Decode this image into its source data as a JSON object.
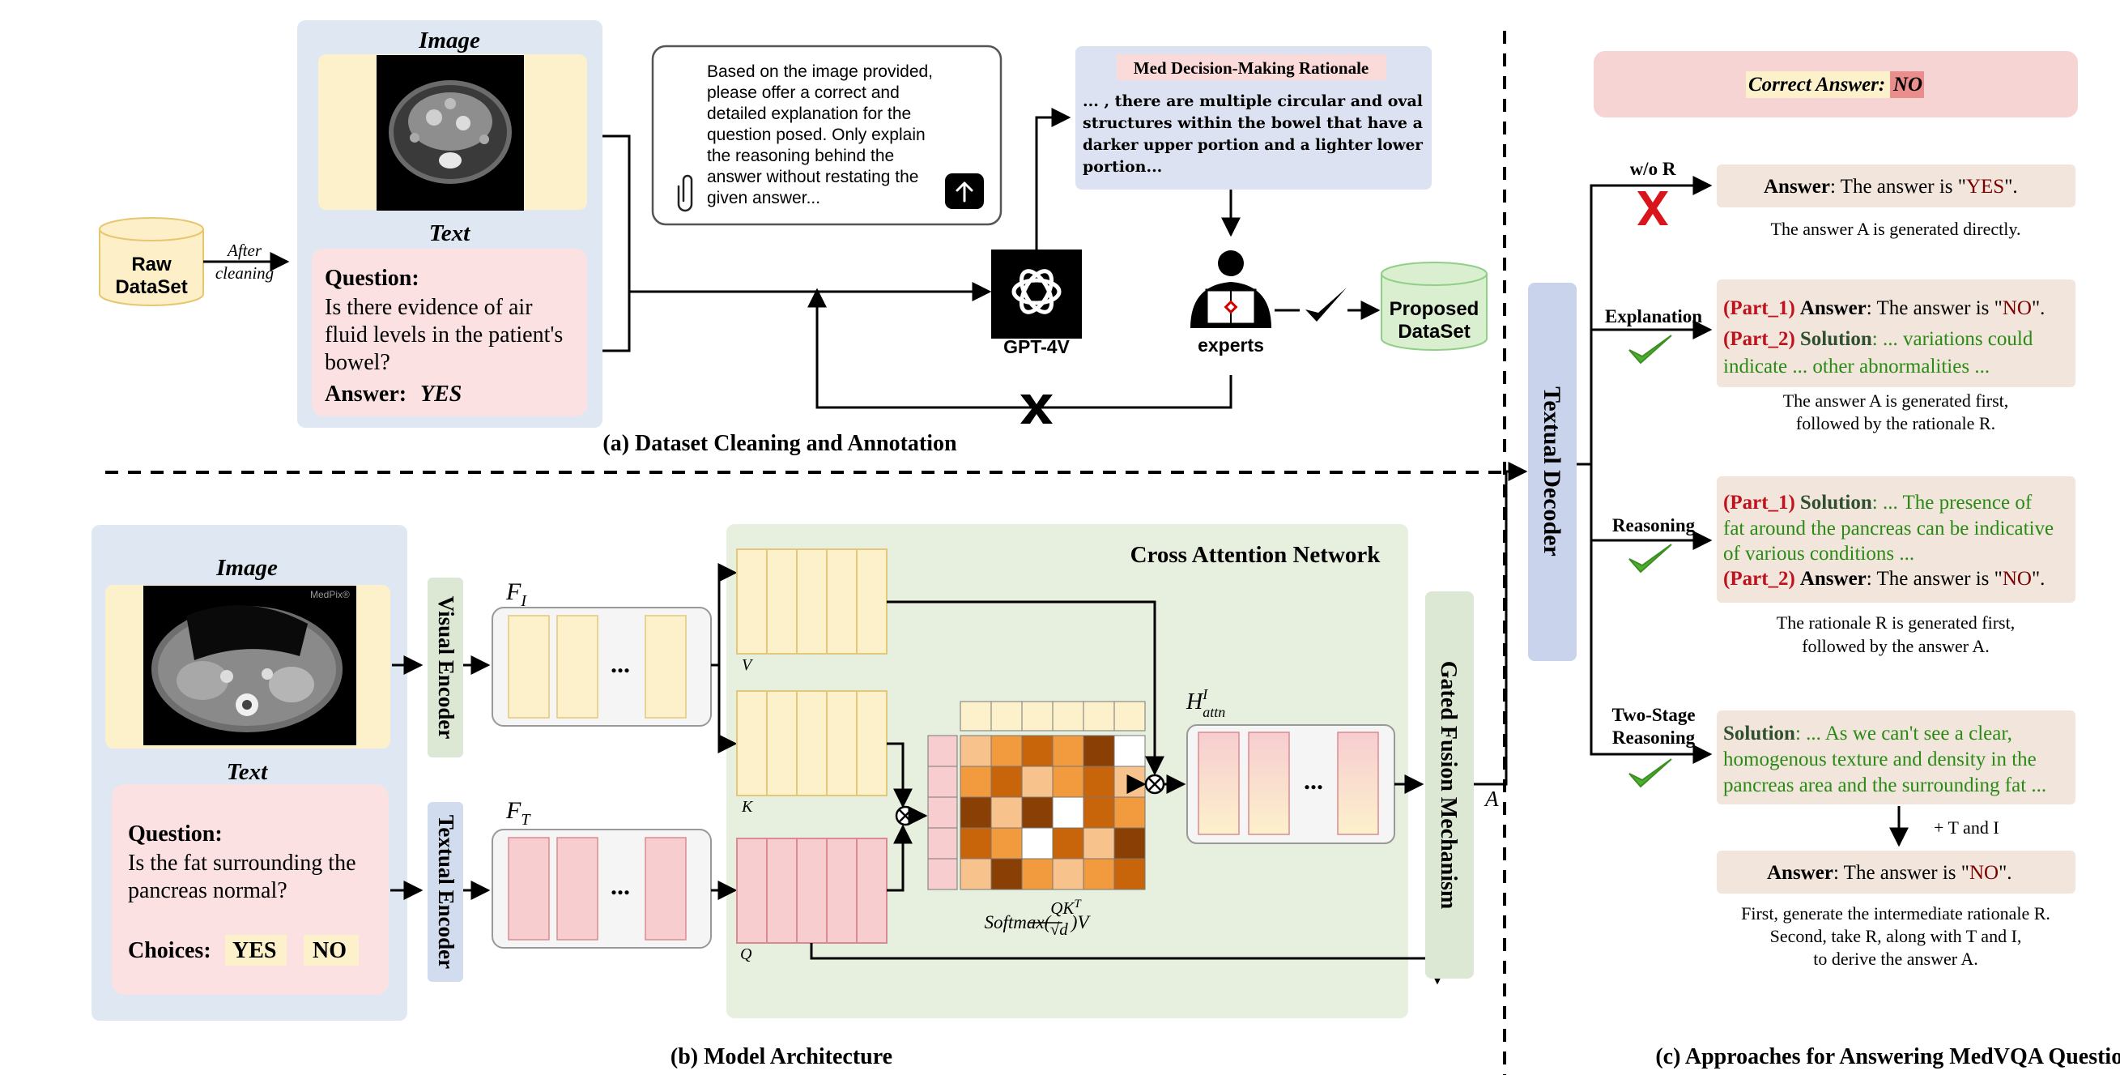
{
  "section_a": {
    "caption": "(a) Dataset Cleaning and Annotation",
    "raw_dataset": [
      "Raw",
      "DataSet"
    ],
    "after_cleaning": [
      "After",
      "cleaning"
    ],
    "image_title": "Image",
    "text_title": "Text",
    "question_label": "Question:",
    "question_lines": [
      "Is there evidence of air",
      "fluid levels in the patient's",
      "bowel?"
    ],
    "answer_label": "Answer:",
    "answer_value": "YES",
    "prompt_lines": [
      "Based on the image provided,",
      "please offer a correct and",
      "detailed explanation for the",
      "question posed. Only explain",
      "the reasoning behind the",
      "answer without restating the",
      "given answer..."
    ],
    "gpt_label": "GPT-4V",
    "rationale_title": "Med Decision-Making Rationale",
    "rationale_lines": [
      "... , there are multiple circular and oval",
      "structures within the bowel that have a",
      "darker upper portion and a lighter lower",
      "portion..."
    ],
    "experts_label": "experts",
    "proposed_dataset": [
      "Proposed",
      "DataSet"
    ]
  },
  "section_b": {
    "caption": "(b) Model Architecture",
    "image_title": "Image",
    "text_title": "Text",
    "question_label": "Question:",
    "question_lines": [
      "Is the fat surrounding the",
      "pancreas normal?"
    ],
    "choices_label": "Choices:",
    "choice_1": "YES",
    "choice_2": "NO",
    "visual_encoder": "Visual Encoder",
    "textual_encoder": "Textual Encoder",
    "fi_label": "F",
    "fi_sub": "I",
    "ft_label": "F",
    "ft_sub": "T",
    "ellipsis": "...",
    "cross_attention": "Cross Attention Network",
    "v_label": "V",
    "k_label": "K",
    "q_label": "Q",
    "softmax_label": "Softmax(QK^T/√d)V",
    "hattn_label": "H",
    "hattn_sup": "I",
    "hattn_sub": "attn",
    "gated_fusion": "Gated Fusion Mechanism",
    "a_label": "A",
    "watermark": "MedPix®"
  },
  "section_c": {
    "caption": "(c) Approaches for Answering MedVQA Questions",
    "textual_decoder": "Textual Decoder",
    "correct_answer_label": "Correct Answer:",
    "correct_answer_value": "NO",
    "wor": {
      "branch": "w/o R",
      "answer_kw": "Answer",
      "answer_text": ": The answer is \"",
      "answer_val": "YES",
      "answer_end": "\".",
      "desc": "The answer A is generated directly."
    },
    "explanation": {
      "branch": "Explanation",
      "part1": "(Part_1)",
      "answer_kw": "Answer",
      "answer_text": ": The answer is \"",
      "answer_val": "NO",
      "answer_end": "\".",
      "part2": "(Part_2)",
      "solution_kw": "Solution",
      "sol_line1": ": ...  variations could",
      "sol_line2": "indicate ... other abnormalities ...",
      "desc": [
        "The answer A is generated first,",
        "followed by the rationale R."
      ]
    },
    "reasoning": {
      "branch": "Reasoning",
      "part1": "(Part_1)",
      "solution_kw": "Solution",
      "sol_line1": ": ... The presence of",
      "sol_line2": "fat around the pancreas can be indicative",
      "sol_line3": "of various conditions ...",
      "part2": "(Part_2)",
      "answer_kw": "Answer",
      "answer_text": ": The answer is \"",
      "answer_val": "NO",
      "answer_end": "\".",
      "desc": [
        "The rationale R is generated first,",
        "followed by the answer A."
      ]
    },
    "two_stage": {
      "branch": [
        "Two-Stage",
        "Reasoning"
      ],
      "solution_kw": "Solution",
      "sol_line1": ": ... As we can't see a clear,",
      "sol_line2": "homogenous texture and density in the",
      "sol_line3": "pancreas area and the surrounding fat ...",
      "plus": "+ T and I",
      "answer_kw": "Answer",
      "answer_text": ": The answer is \"",
      "answer_val": "NO",
      "answer_end": "\".",
      "desc": [
        "First, generate the intermediate rationale R.",
        "Second, take R, along with T and I,",
        "to derive the answer A."
      ]
    }
  },
  "colors": {
    "blue_panel": "#dfe8f2",
    "yellow": "#fdf1cc",
    "pink": "#fbe1e1",
    "green_panel": "#e7f0df",
    "decoder": "#c9d3ec",
    "beige": "#f2e6dc",
    "red": "#c0121c",
    "green_text": "#2a8a16"
  }
}
